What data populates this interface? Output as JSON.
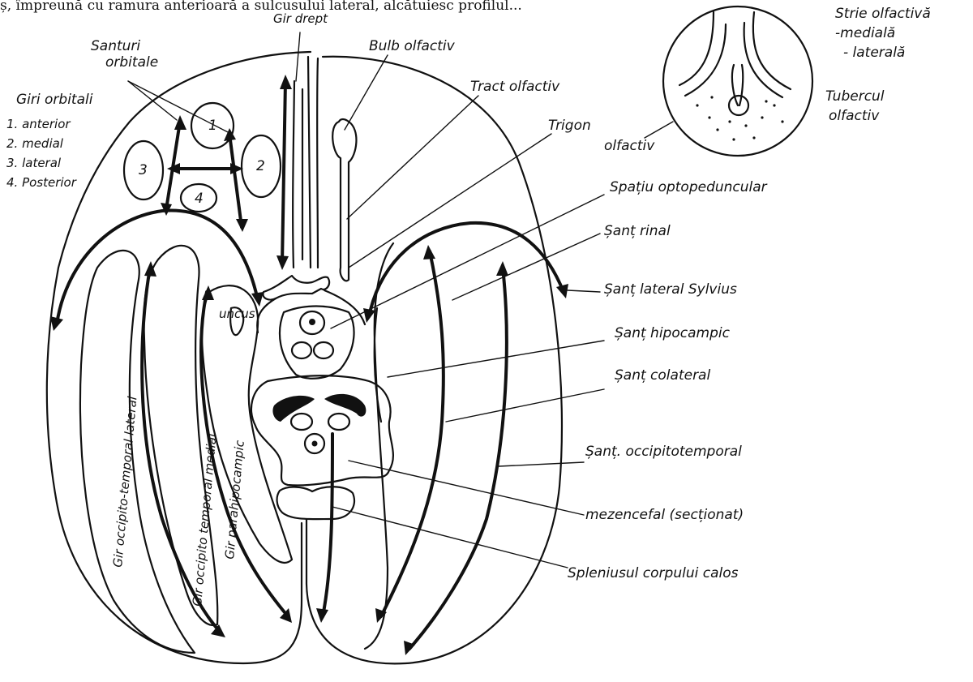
{
  "header_text": "ș, împreună cu ramura anterioară a sulcusului lateral, alcătuiesc profilul...",
  "labels": {
    "santuri_orbitale": "Santuri",
    "santuri_orbitale_2": "orbitale",
    "giri_orbitali": "Giri orbitali",
    "g1": "1. anterior",
    "g2": "2. medial",
    "g3": "3. lateral",
    "g4": "4. Posterior",
    "gir_drept": "Gir drept",
    "bulb": "Bulb olfactiv",
    "tract": "Tract olfactiv",
    "trigon": "Trigon",
    "trigon2": "olfactiv",
    "stria": "Strie olfactivă",
    "stria_med": "-medială",
    "stria_lat": "- laterală",
    "tubercul": "Tubercul",
    "tubercul2": "olfactiv",
    "spatiu": "Spațiu optopeduncular",
    "sant_rinal": "Șanț rinal",
    "sant_lateral": "Șanț lateral Sylvius",
    "sant_hipocampic": "Șanț hipocampic",
    "sant_colateral": "Șanț colateral",
    "sant_occ": "Șanț. occipitotemporal",
    "mezencefal": "mezencefal (secționat)",
    "splenius": "Spleniusul corpului calos",
    "uncus": "uncus",
    "gir_ot_lat": "Gir occipito-temporal lateral",
    "gir_ot_med": "Gir occipito temporal medial",
    "gir_parahip": "Gir parahipocampic",
    "n1": "1",
    "n2": "2",
    "n3": "3",
    "n4": "4"
  }
}
